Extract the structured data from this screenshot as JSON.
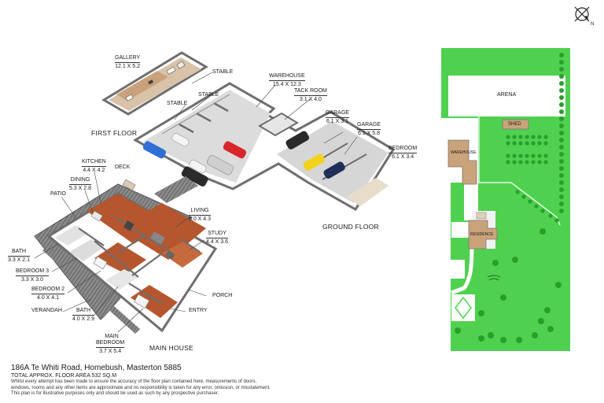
{
  "sections": {
    "first_floor": "FIRST FLOOR",
    "ground_floor": "GROUND FLOOR",
    "main_house": "MAIN HOUSE"
  },
  "rooms": {
    "gallery": {
      "name": "GALLERY",
      "dim": "12.1 x 5.2"
    },
    "stable_1": {
      "name": "STABLE"
    },
    "stable_2": {
      "name": "STABLE"
    },
    "stable_3": {
      "name": "STABLE"
    },
    "warehouse": {
      "name": "WAREHOUSE",
      "dim": "15.4 x 12.3"
    },
    "tack_room": {
      "name": "TACK ROOM",
      "dim": "3.1 x 4.0"
    },
    "garage_1": {
      "name": "GARAGE",
      "dim": "6.1 x 3.1"
    },
    "garage_2": {
      "name": "GARAGE",
      "dim": "6.1 x 5.8"
    },
    "bedroom": {
      "name": "BEDROOM",
      "dim": "6.1 x 3.4"
    },
    "kitchen": {
      "name": "KITCHEN",
      "dim": "4.4 x 4.2"
    },
    "deck": {
      "name": "DECK"
    },
    "dining": {
      "name": "DINING",
      "dim": "5.3 x 2.8"
    },
    "patio": {
      "name": "PATIO"
    },
    "living": {
      "name": "LIVING",
      "dim": "6.0 x 4.3"
    },
    "study": {
      "name": "STUDY",
      "dim": "4.4 x 3.6"
    },
    "bath_1": {
      "name": "BATH",
      "dim": "3.3 x 2.1"
    },
    "bedroom_3": {
      "name": "BEDROOM 3",
      "dim": "3.3 x 3.0"
    },
    "bedroom_2": {
      "name": "BEDROOM 2",
      "dim": "4.0 x 4.1"
    },
    "verandah": {
      "name": "VERANDAH"
    },
    "bath_2": {
      "name": "BATH",
      "dim": "4.0 x 2.9"
    },
    "porch": {
      "name": "PORCH"
    },
    "entry": {
      "name": "ENTRY"
    },
    "main_bedroom": {
      "name": "MAIN\nBEDROOM",
      "dim": "3.7 x 5.4"
    }
  },
  "site": {
    "arena": "ARENA",
    "shed": "SHED",
    "warehouse": "WAREHOUSE",
    "residence": "RESIDENCE",
    "north": "N"
  },
  "footer": {
    "address": "186A Te Whiti Road, Homebush, Masterton 5885",
    "total": "TOTAL APPROX. FLOOR AREA 532 SQ.M",
    "disclaimer_1": "Whilst every attempt has been made to ensure the accuracy of the floor plan contained here, measurements of doors,",
    "disclaimer_2": "windows, rooms and any other items are approximate and no responsibility is taken for any error, omission, or misstatement.",
    "disclaimer_3": "This plan is for illustrative purposes only and should be used as such by any prospective purchaser."
  },
  "colors": {
    "grass": "#4fd14f",
    "tree": "#2a9e2a",
    "wall": "#6e6e6e",
    "floor_wood": "#b5562e",
    "floor_grey": "#d9d9d9",
    "building_tan": "#c9a37a"
  }
}
